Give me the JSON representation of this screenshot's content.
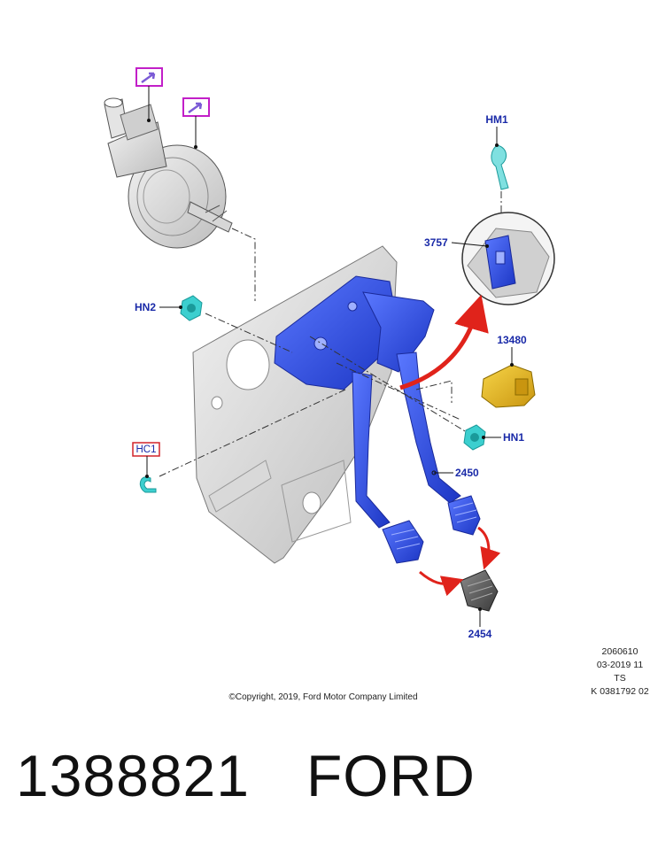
{
  "labels": {
    "hm1": "HM1",
    "p3757": "3757",
    "hn2": "HN2",
    "p13480": "13480",
    "hn1": "HN1",
    "hc1": "HC1",
    "p2450": "2450",
    "p2454": "2454"
  },
  "metadata": {
    "line1": "2060610",
    "line2": "03-2019 11",
    "line3": "TS",
    "line4": "K 0381792 02"
  },
  "copyright": "©Copyright, 2019, Ford Motor Company Limited",
  "caption": {
    "part_number": "1388821",
    "brand": "FORD"
  },
  "colors": {
    "pedal_blue": "#2f4fe0",
    "clip_cyan": "#27c3c3",
    "switch_yellow": "#e6b820",
    "arrow_red": "#e0231b",
    "callout_magenta": "#c21fc8",
    "label_blue": "#1a2aa8"
  },
  "icons": [
    "reference-arrow-icon",
    "reference-arrow-icon"
  ]
}
